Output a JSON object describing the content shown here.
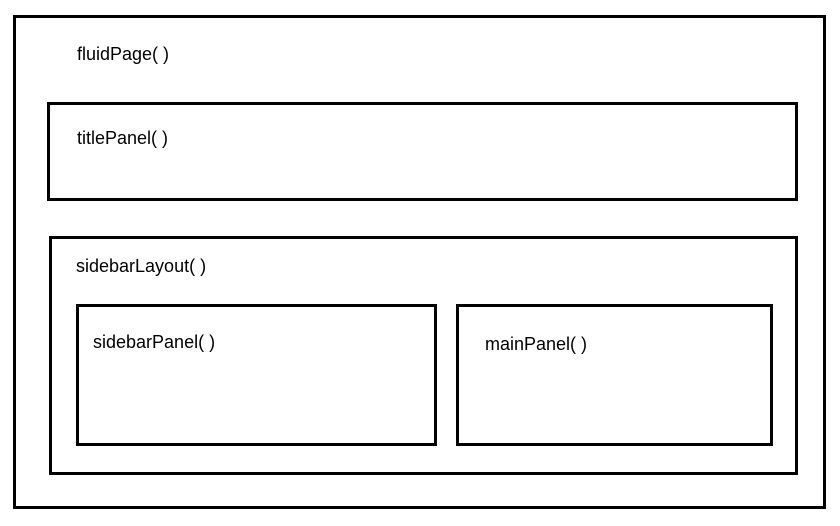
{
  "colors": {
    "border": "#000000",
    "background": "#ffffff",
    "text": "#000000"
  },
  "boxes": {
    "fluidPage": {
      "label": "fluidPage( )"
    },
    "titlePanel": {
      "label": "titlePanel( )"
    },
    "sidebarLayout": {
      "label": "sidebarLayout( )"
    },
    "sidebarPanel": {
      "label": "sidebarPanel( )"
    },
    "mainPanel": {
      "label": "mainPanel( )"
    }
  }
}
